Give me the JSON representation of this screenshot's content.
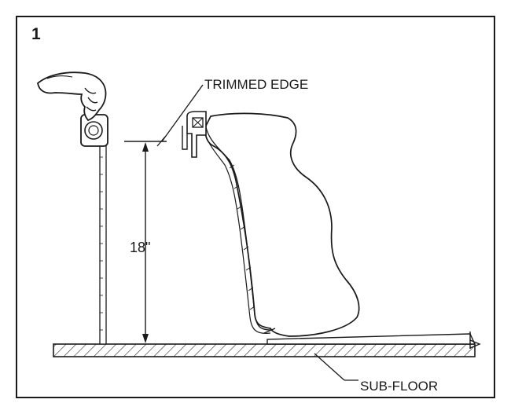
{
  "figure": {
    "step_number": "1",
    "callouts": {
      "trimmed_edge": "TRIMMED EDGE",
      "height": "18\"",
      "sub_floor": "SUB-FLOOR"
    }
  },
  "colors": {
    "ink": "#1a1a1a",
    "background": "#ffffff"
  }
}
